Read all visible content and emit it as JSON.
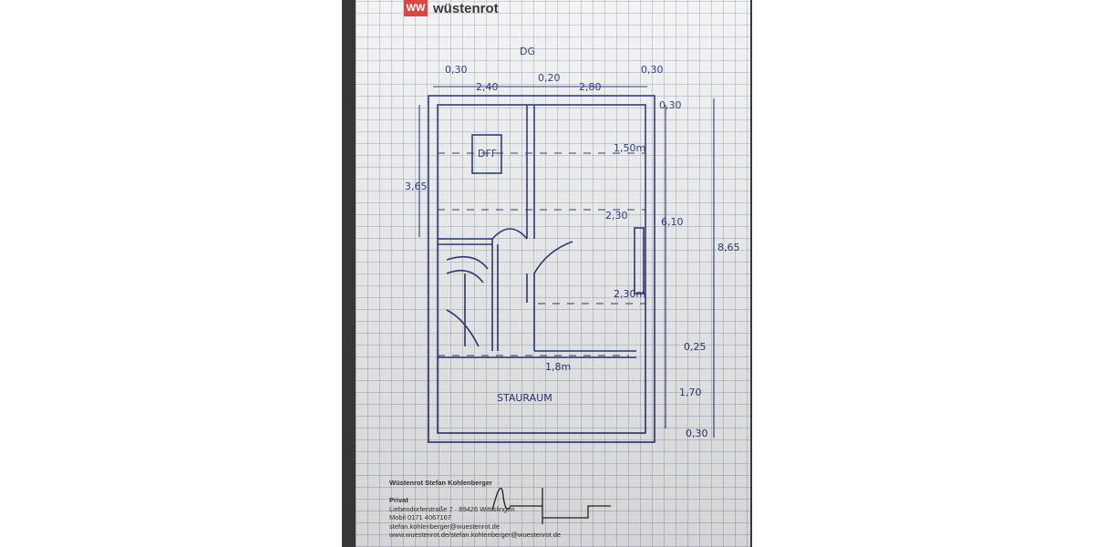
{
  "logo": {
    "mark": "WW",
    "brand": "wüstenrot"
  },
  "plan": {
    "floor": "DG",
    "dims": {
      "top_left_wall": "0,30",
      "left_room": "2,40",
      "middle_wall": "0,20",
      "right_room": "2,80",
      "top_right_wall": "0,30",
      "right_top_wall": "0,30",
      "left_height": "3,65",
      "right_height": "6,10",
      "total_height": "8,65",
      "line_1": "1,50m",
      "line_2": "2,30",
      "line_3": "2,30m",
      "wall_mid": "0,25",
      "storage_line": "1,8m",
      "storage_height": "1,70",
      "bottom_wall": "0,30"
    },
    "window_label": "DFF",
    "storage_label": "STAURAUM"
  },
  "footer": {
    "name": "Wüstenrot Stefan Kohlenberger",
    "section": "Privat",
    "address": "Liebendorferstraße 7 · 89426 Wittislingen",
    "mobile": "Mobil 0171 4067167",
    "email": "stefan.kohlenberger@wuestenrot.de",
    "web": "www.wuestenrot.de/stefan.kohlenberger@wuestenrot.de"
  },
  "colors": {
    "ink": "#24306e",
    "brand": "#d7322b",
    "paper": "#f1f2f4"
  }
}
